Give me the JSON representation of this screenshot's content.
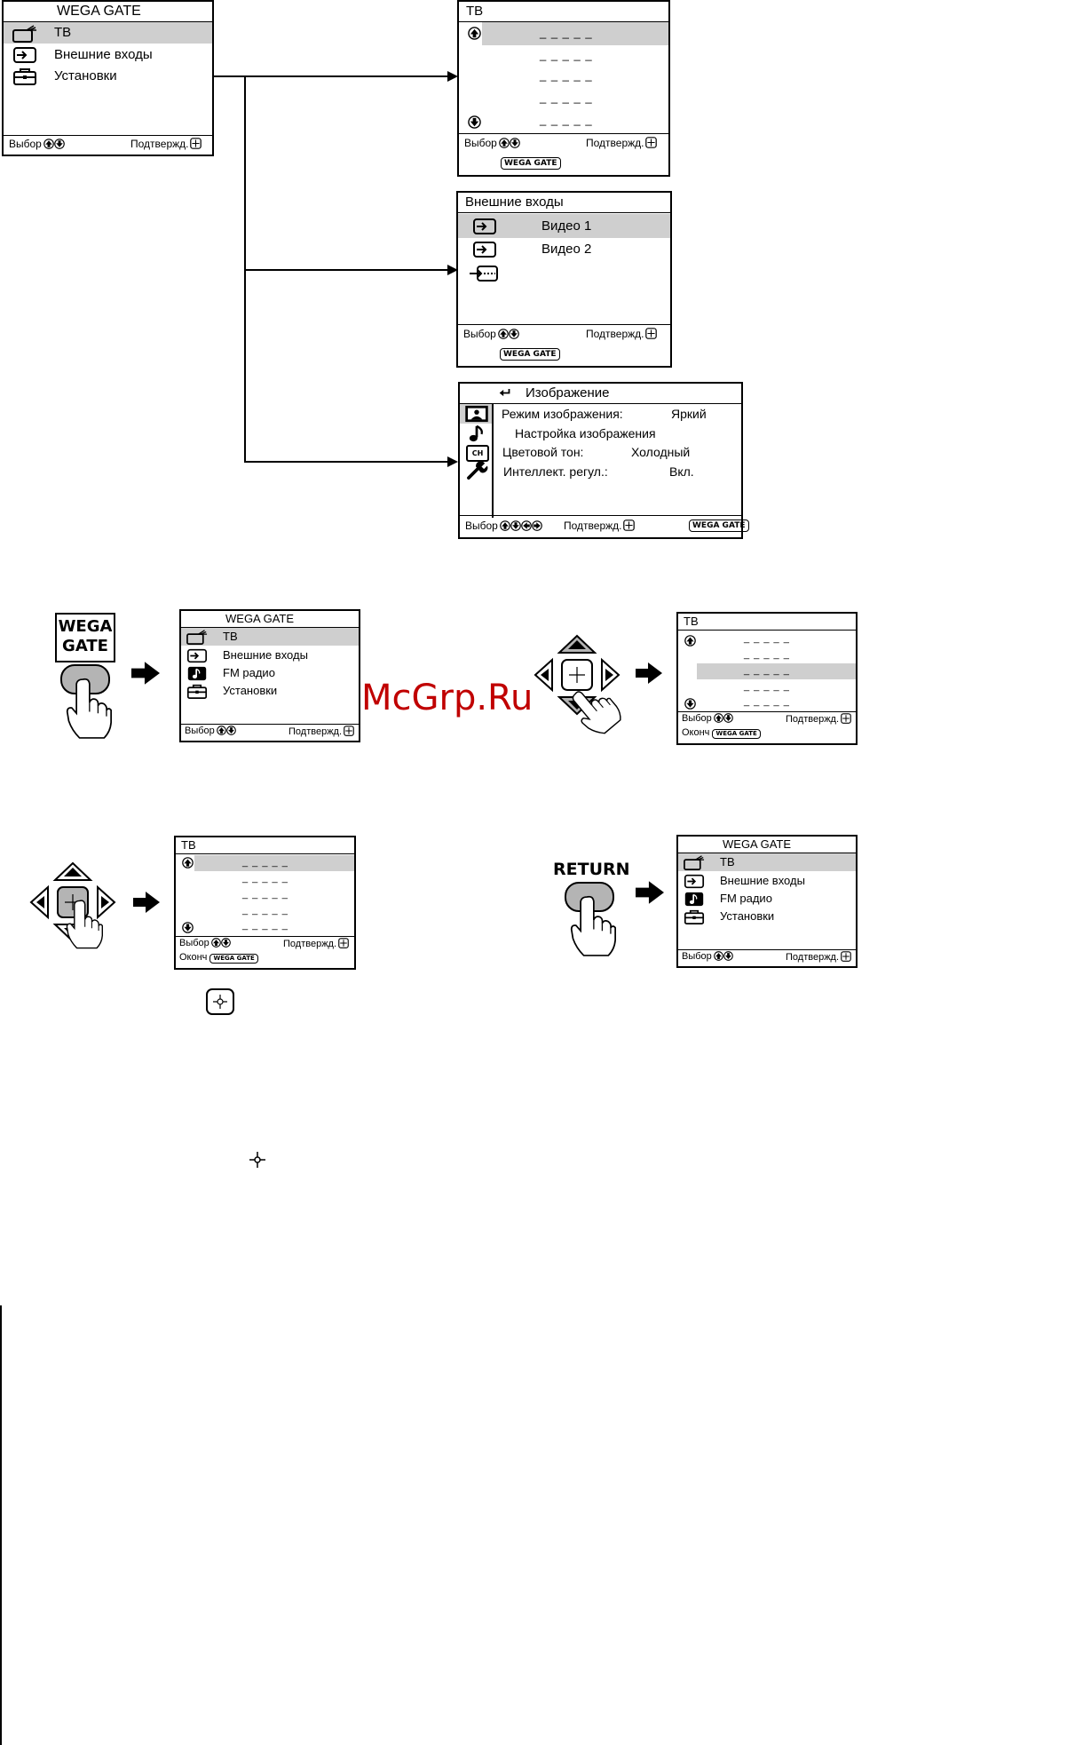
{
  "menus": {
    "m1": {
      "title": "WEGA GATE",
      "items": [
        "ТВ",
        "Внешние входы",
        "Установки"
      ],
      "footer_left": "Выбор",
      "footer_right": "Подтвержд."
    },
    "tv1": {
      "title": "ТВ",
      "dashes": "_ _ _ _ _",
      "footer_left": "Выбор",
      "footer_right": "Подтвержд.",
      "badge": "WEGA GATE"
    },
    "ext": {
      "title": "Внешние входы",
      "items": [
        "Видео 1",
        "Видео 2"
      ],
      "footer_left": "Выбор",
      "footer_right": "Подтвержд.",
      "badge": "WEGA GATE"
    },
    "img": {
      "title": "Изображение",
      "rows": [
        {
          "label": "Режим изображения:",
          "value": "Яркий"
        },
        {
          "label": "Настройка изображения",
          "value": ""
        },
        {
          "label": "Цветовой тон:",
          "value": "Холодный"
        },
        {
          "label": "Интеллект. регул.:",
          "value": "Вкл."
        }
      ],
      "ch_label": "CH",
      "footer_left": "Выбор",
      "footer_right": "Подтвержд.",
      "badge": "WEGA GATE"
    },
    "m2": {
      "title": "WEGA GATE",
      "items": [
        "ТВ",
        "Внешние входы",
        "FM радио",
        "Установки"
      ],
      "footer_left": "Выбор",
      "footer_right": "Подтвержд."
    },
    "tv2": {
      "title": "ТВ",
      "dashes": "_ _ _ _ _",
      "footer_left": "Выбор",
      "footer_right": "Подтвержд.",
      "footer2": "Оконч",
      "badge": "WEGA GATE"
    },
    "tv3": {
      "title": "ТВ",
      "dashes": "_ _ _ _ _",
      "footer_left": "Выбор",
      "footer_right": "Подтвержд.",
      "footer2": "Оконч",
      "badge": "WEGA GATE"
    },
    "m3": {
      "title": "WEGA GATE",
      "items": [
        "ТВ",
        "Внешние входы",
        "FM радио",
        "Установки"
      ],
      "footer_left": "Выбор",
      "footer_right": "Подтвержд."
    }
  },
  "buttons": {
    "wega_gate": [
      "WEGA",
      "GATE"
    ],
    "return": "RETURN"
  },
  "watermark": "McGrp.Ru",
  "colors": {
    "highlight": "#cfcfcf",
    "button_grey": "#b4b4b4",
    "watermark": "#c00000"
  }
}
